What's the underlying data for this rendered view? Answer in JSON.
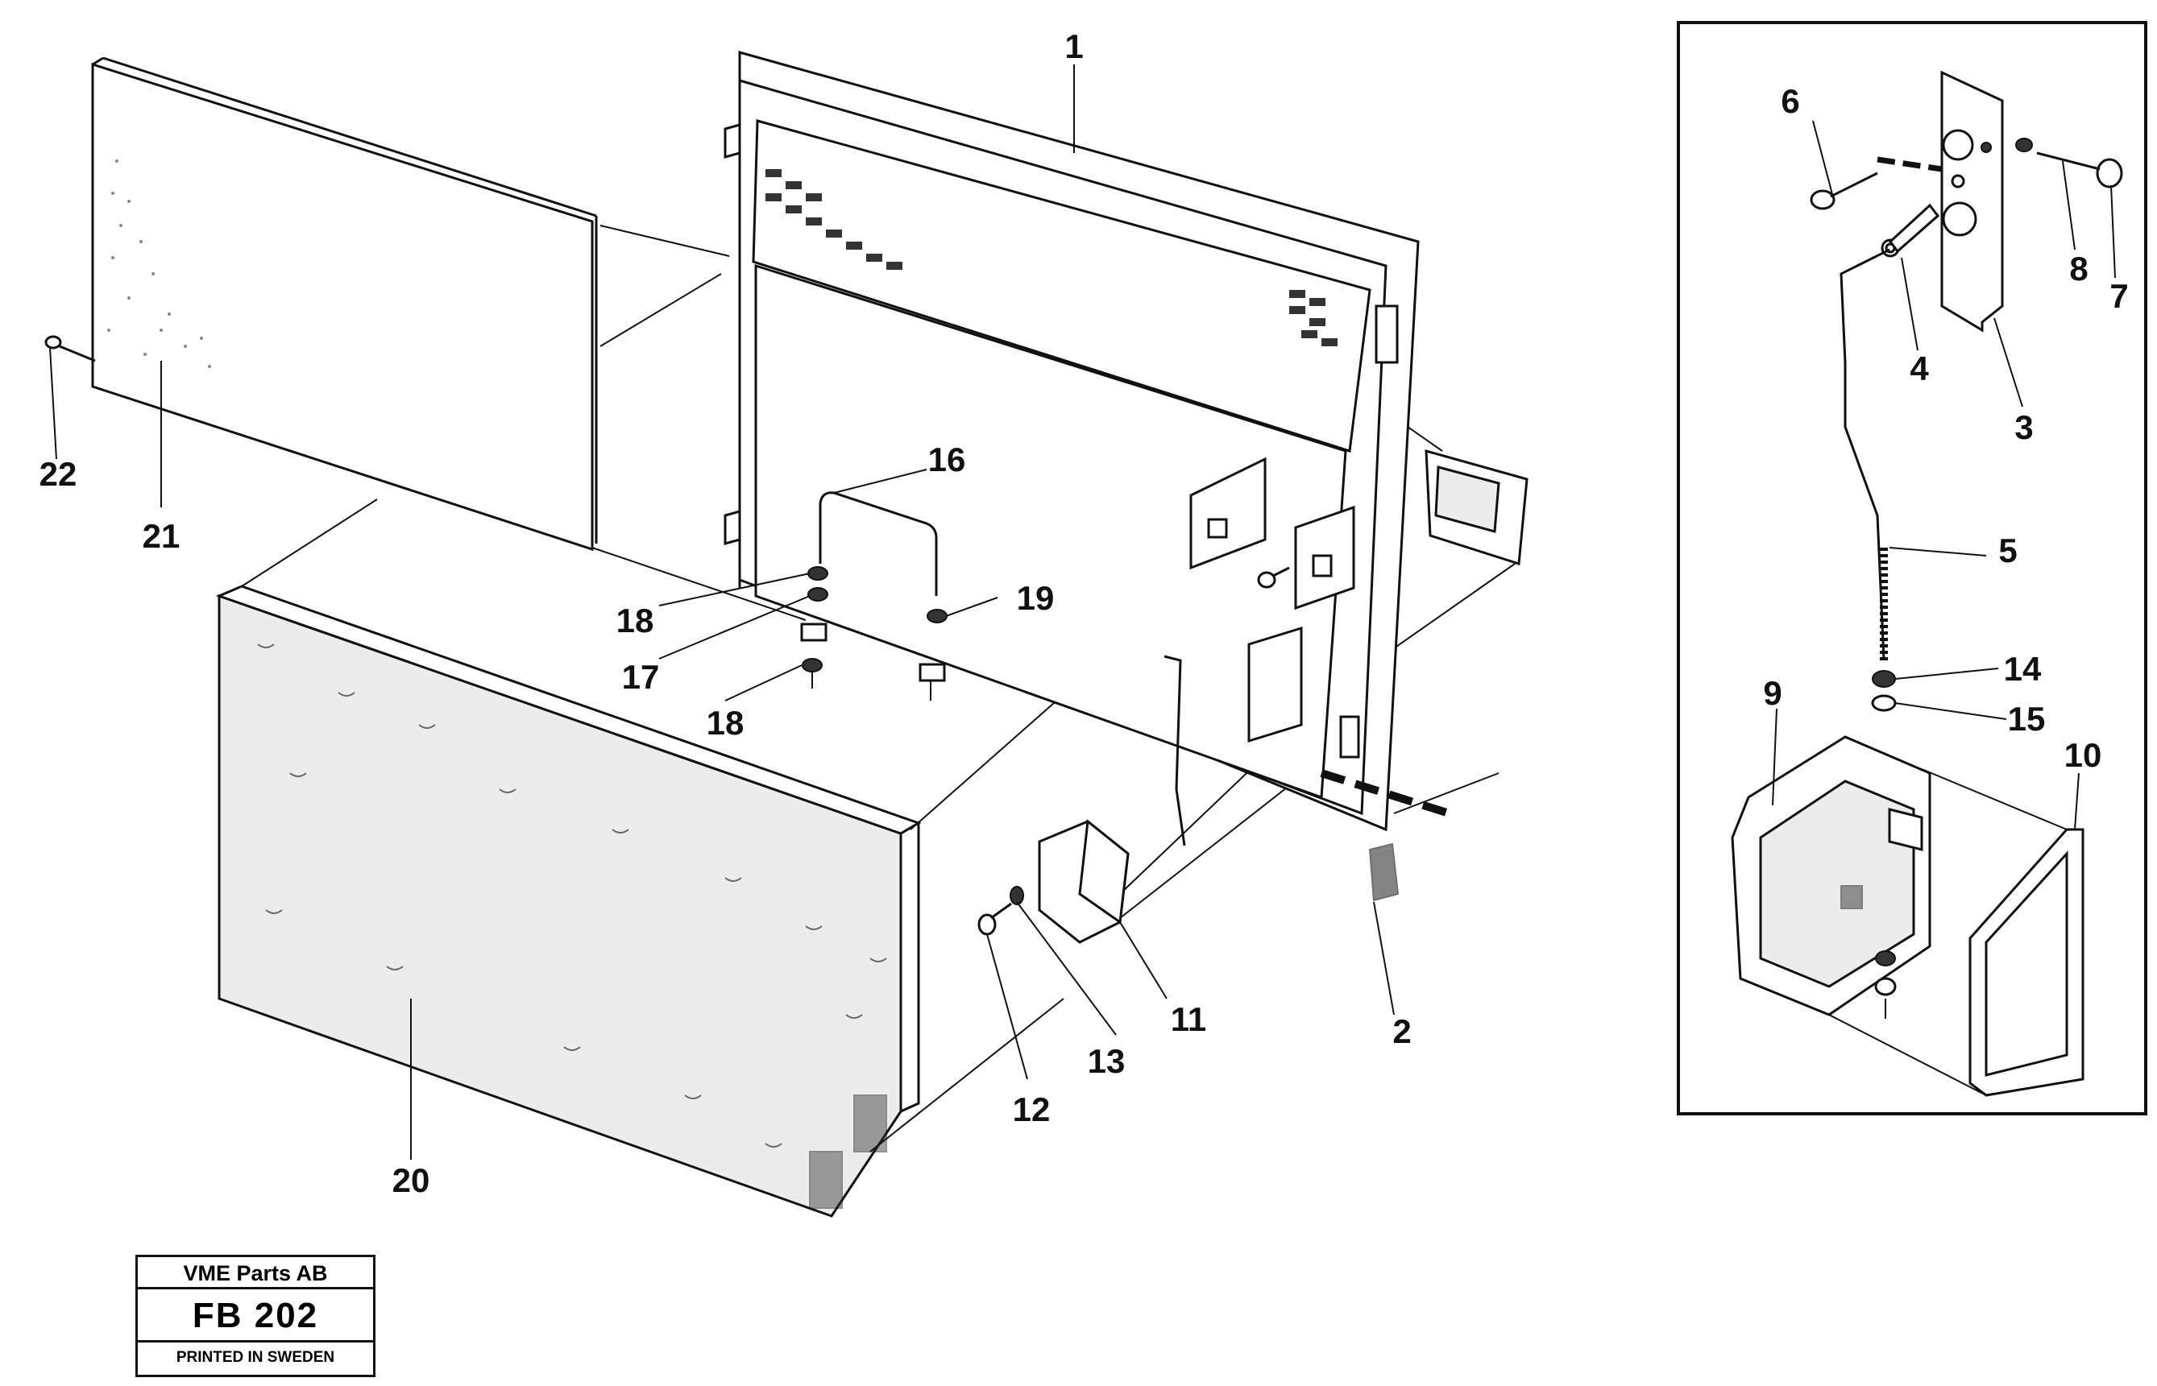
{
  "parts": [
    {
      "ref": "1",
      "label": "1"
    },
    {
      "ref": "2",
      "label": "2"
    },
    {
      "ref": "3",
      "label": "3"
    },
    {
      "ref": "4",
      "label": "4"
    },
    {
      "ref": "5",
      "label": "5"
    },
    {
      "ref": "6",
      "label": "6"
    },
    {
      "ref": "7",
      "label": "7"
    },
    {
      "ref": "8",
      "label": "8"
    },
    {
      "ref": "9",
      "label": "9"
    },
    {
      "ref": "10",
      "label": "10"
    },
    {
      "ref": "11",
      "label": "11"
    },
    {
      "ref": "12",
      "label": "12"
    },
    {
      "ref": "13",
      "label": "13"
    },
    {
      "ref": "14",
      "label": "14"
    },
    {
      "ref": "15",
      "label": "15"
    },
    {
      "ref": "16",
      "label": "16"
    },
    {
      "ref": "17",
      "label": "17"
    },
    {
      "ref": "18",
      "label": "18"
    },
    {
      "ref": "18b",
      "label": "18"
    },
    {
      "ref": "19",
      "label": "19"
    },
    {
      "ref": "20",
      "label": "20"
    },
    {
      "ref": "21",
      "label": "21"
    },
    {
      "ref": "22",
      "label": "22"
    }
  ],
  "title_block": {
    "company": "VME Parts AB",
    "code": "FB 202",
    "footer": "PRINTED IN SWEDEN"
  }
}
